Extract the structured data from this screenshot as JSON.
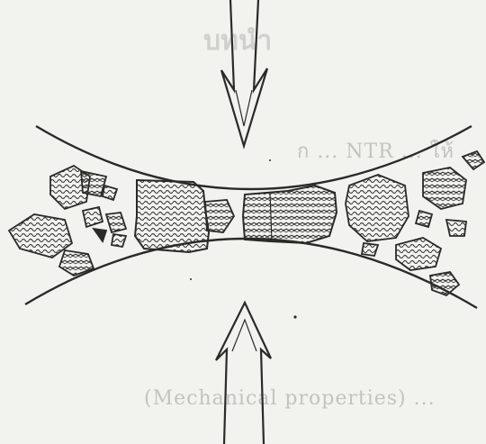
{
  "figure": {
    "description_colors": {
      "paper": "#f2f2ef",
      "ink": "#2a2a2a",
      "bleed_text": "#9c9c98"
    }
  },
  "bleed_through": {
    "title": "บทนำ",
    "lines": [
      "",
      "ก ... NTR ... ให้ ...",
      "",
      "",
      "",
      "",
      "(Mechanical properties) ..."
    ]
  }
}
